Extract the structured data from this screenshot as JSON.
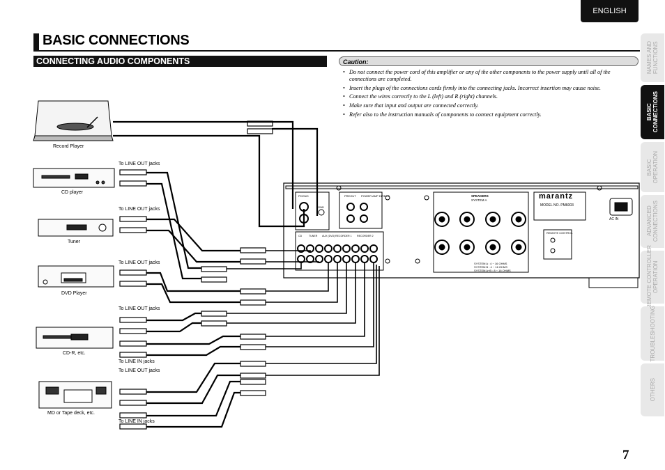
{
  "header": {
    "language_tab": "ENGLISH"
  },
  "page": {
    "title": "BASIC CONNECTIONS",
    "number": "7"
  },
  "section": {
    "title": "CONNECTING AUDIO COMPONENTS"
  },
  "caution": {
    "label": "Caution:",
    "items": [
      "Do not connect the power cord of this amplifier or any of the other components to the power supply until all of the connections are completed.",
      "Insert the plugs of the connections cords firmly into the connecting jacks. Incorrect insertion may cause noise.",
      "Connect the wires correctly to the L (left) and R (right) channels.",
      "Make sure that input and output are connected correctly.",
      "Refer also to the instruction manuals of components to connect equipment correctly."
    ]
  },
  "sidebar": {
    "tabs": [
      {
        "label": "NAMES AND\nFUNCTIONS",
        "active": false
      },
      {
        "label": "BASIC\nCONNECTIONS",
        "active": true
      },
      {
        "label": "BASIC\nOPERATION",
        "active": false
      },
      {
        "label": "ADVANCED\nCONNECTIONS",
        "active": false
      },
      {
        "label": "REMOTE CONTROLLER\nOPERATION",
        "active": false
      },
      {
        "label": "TROUBLESHOOTING",
        "active": false
      },
      {
        "label": "OTHERS",
        "active": false
      }
    ]
  },
  "diagram": {
    "devices": {
      "record_player": "Record Player",
      "cd_player": "CD player",
      "tuner": "Tuner",
      "dvd_player": "DVD Player",
      "cdr": "CD-R, etc.",
      "tape_deck": "MD or Tape deck, etc."
    },
    "jack_labels": {
      "cd_out": "To LINE OUT jacks",
      "tuner_out": "To LINE OUT jacks",
      "dvd_out": "To LINE OUT jacks",
      "cdr_out": "To LINE OUT jacks",
      "cdr_in": "To LINE IN jacks",
      "tape_out": "To LINE OUT jacks",
      "tape_in": "To LINE IN jacks"
    },
    "amplifier": {
      "brand": "marantz",
      "model": "MODEL NO. PM6003",
      "speakers": "SPEAKERS",
      "system_a": "SYSTEM A",
      "ac_in": "AC IN",
      "phono": "PHONO",
      "gnd": "GND",
      "preout": "PREOUT",
      "power_amp_direct": "POWER AMP DIRECT",
      "remote_control": "REMOTE CONTROL",
      "input_labels": [
        "CD",
        "TUNER",
        "AUX (DVD)",
        "RECORDER 1",
        "RECORDER 2"
      ],
      "impedance_lines": [
        "SYSTEM A : 4 ~ 16 OHMS",
        "SYSTEM B : 4 ~ 16 OHMS",
        "SYSTEM A+B : 8 ~ 16 OHMS"
      ]
    }
  },
  "colors": {
    "tab_active": "#111111",
    "tab_inactive": "#e8e8e8",
    "caution_bg": "#dddddd"
  }
}
